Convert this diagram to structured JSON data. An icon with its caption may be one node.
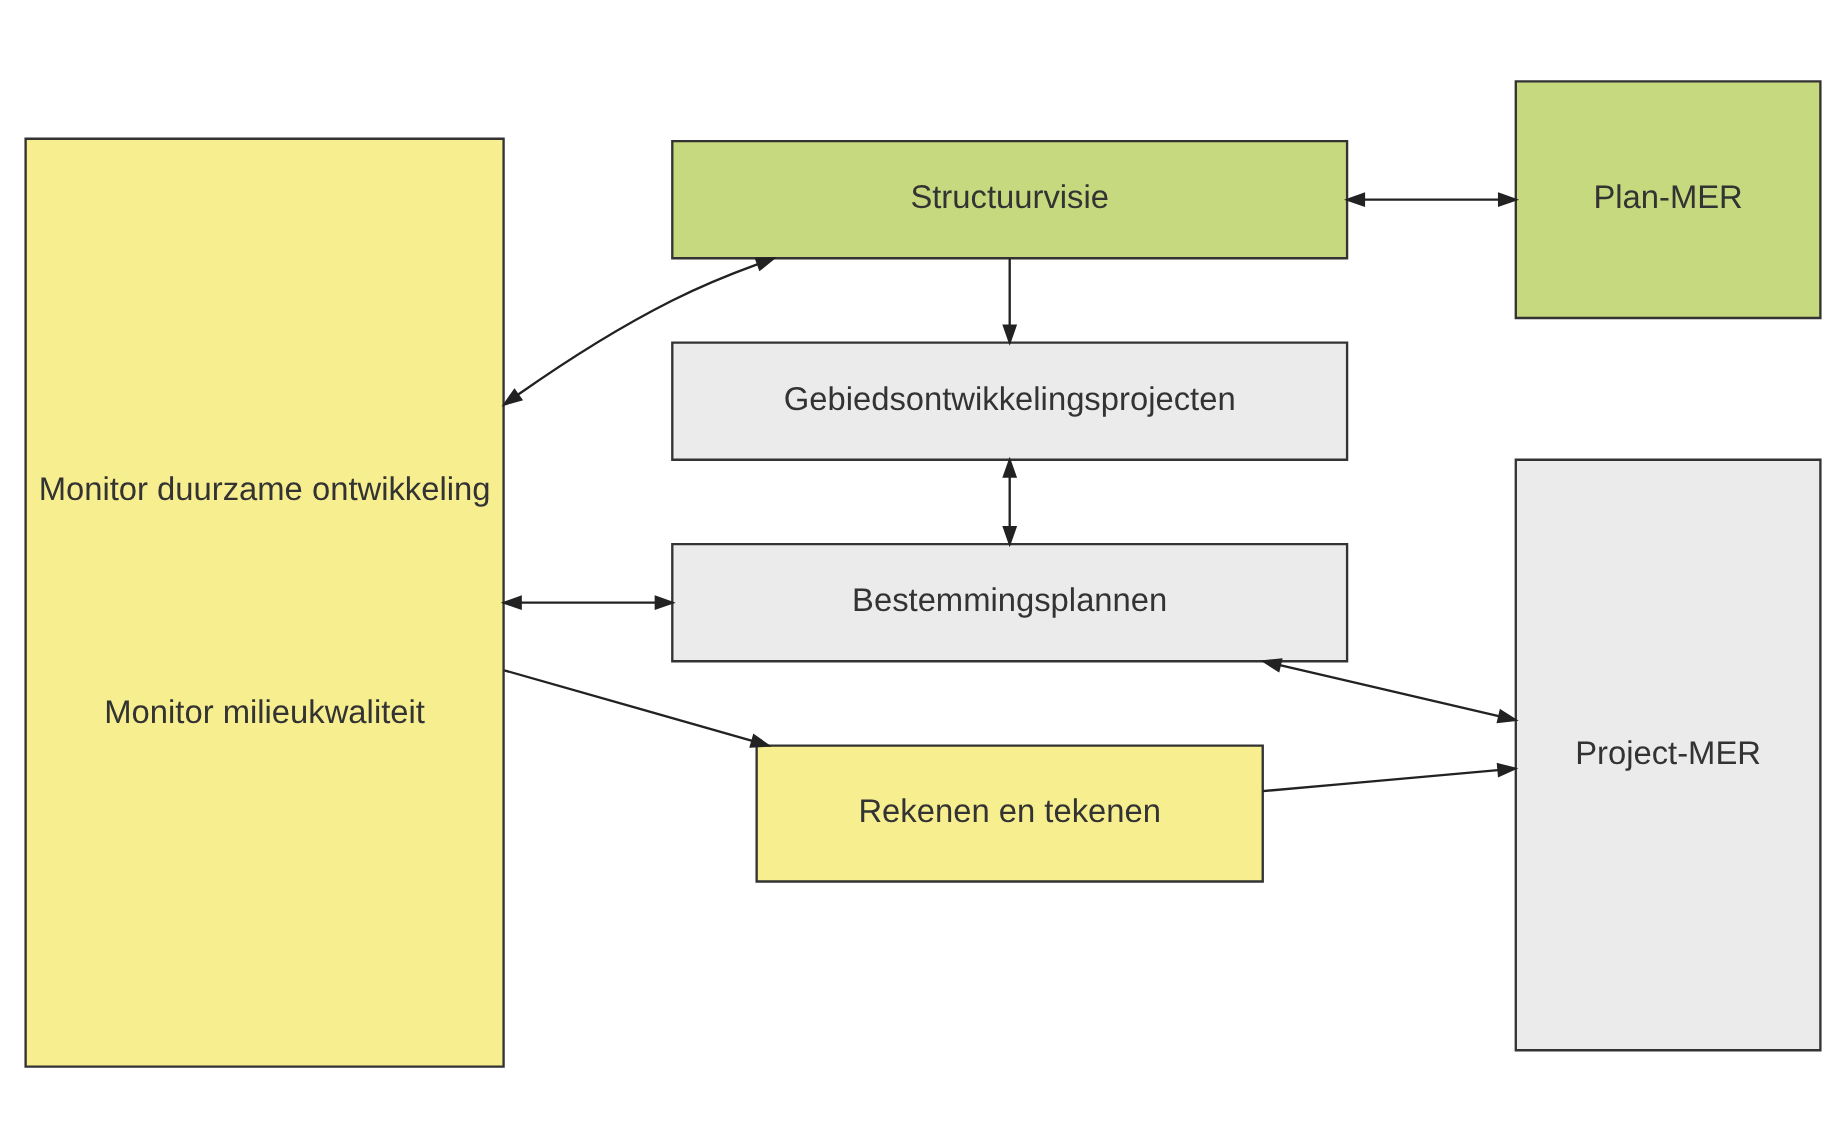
{
  "diagram": {
    "nodes": [
      {
        "text": [
          "Monitor duurzame ontwikkeling",
          "Monitor milieukwaliteit"
        ]
      },
      {
        "text": [
          "Structuurvisie"
        ]
      },
      {
        "text": [
          "Plan-MER"
        ]
      },
      {
        "text": [
          "Gebiedsontwikkelingsprojecten"
        ]
      },
      {
        "text": [
          "Rekenen en tekenen"
        ]
      },
      {
        "text": [
          "Project-MER"
        ]
      },
      {
        "text": [
          "Bestemmingsplannen"
        ]
      }
    ],
    "edges": [
      {
        "from": 0,
        "to": 1,
        "arrow": "both"
      },
      {
        "from": 1,
        "to": 2,
        "arrow": "both"
      },
      {
        "from": 1,
        "to": 3,
        "arrow": "to"
      },
      {
        "from": 0,
        "to": 4,
        "arrow": "to"
      },
      {
        "from": 4,
        "to": 5,
        "arrow": "to"
      },
      {
        "from": 3,
        "to": 6,
        "arrow": "both"
      },
      {
        "from": 0,
        "to": 6,
        "arrow": "both"
      },
      {
        "from": 6,
        "to": 5,
        "arrow": "both"
      }
    ]
  }
}
